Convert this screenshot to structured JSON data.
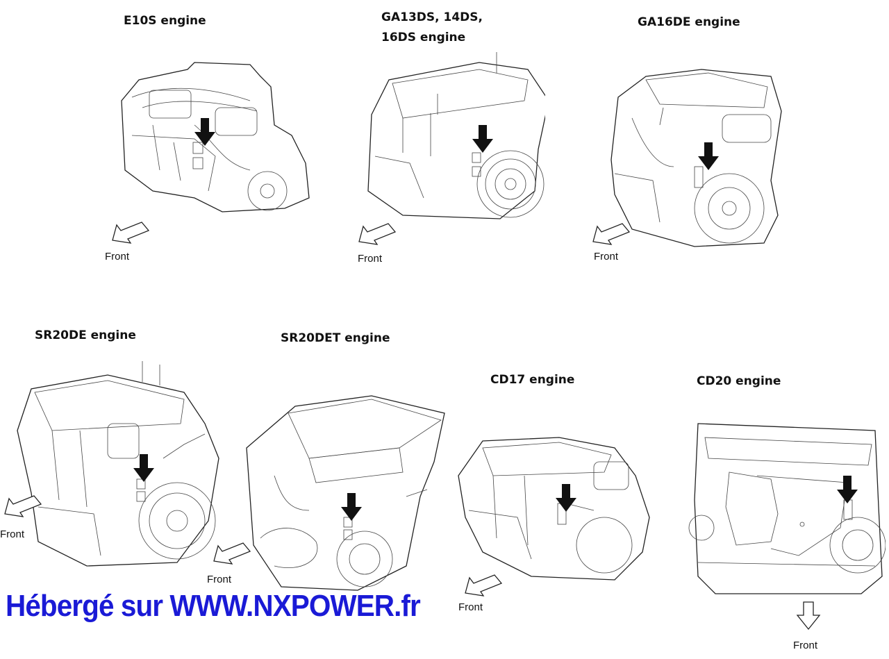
{
  "engines": [
    {
      "id": "e10s",
      "title_lines": [
        "E10S engine"
      ],
      "front_label": "Front"
    },
    {
      "id": "ga13ds",
      "title_lines": [
        "GA13DS, 14DS,",
        "16DS engine"
      ],
      "front_label": "Front"
    },
    {
      "id": "ga16de",
      "title_lines": [
        "GA16DE engine"
      ],
      "front_label": "Front"
    },
    {
      "id": "sr20de",
      "title_lines": [
        "SR20DE engine"
      ],
      "front_label": "Front"
    },
    {
      "id": "sr20det",
      "title_lines": [
        "SR20DET engine"
      ],
      "front_label": "Front"
    },
    {
      "id": "cd17",
      "title_lines": [
        "CD17 engine"
      ],
      "front_label": "Front"
    },
    {
      "id": "cd20",
      "title_lines": [
        "CD20 engine"
      ],
      "front_label": "Front"
    }
  ],
  "watermark": {
    "text": "Hébergé sur WWW.NXPOWER.fr",
    "color": "#1a1ad6"
  },
  "colors": {
    "line": "#222222",
    "marker": "#111111"
  },
  "icons": {
    "front_arrow": "front-arrow-icon",
    "location_marker": "location-arrow-icon"
  }
}
